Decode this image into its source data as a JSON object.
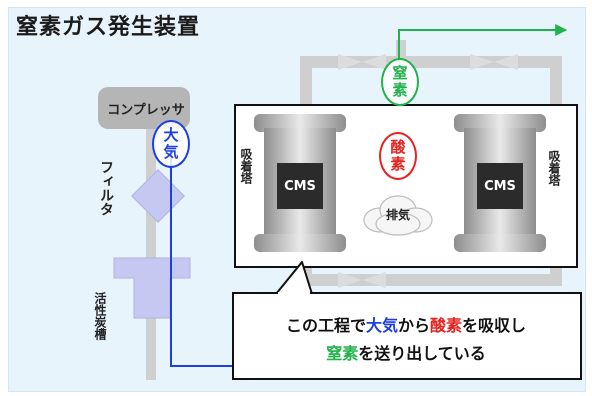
{
  "title": "窒素ガス発生装置",
  "labels": {
    "compressor": "コンプレッサ",
    "filter": "フィルタ",
    "carbon_tank": "活性炭槽",
    "tower_left": "吸着塔",
    "tower_right": "吸着塔",
    "cms_left": "CMS",
    "cms_right": "CMS",
    "exhaust": "排気"
  },
  "circles": {
    "air": [
      "大",
      "気"
    ],
    "nitrogen": [
      "窒",
      "素"
    ],
    "oxygen": [
      "酸",
      "素"
    ]
  },
  "callout": {
    "l1_a": "この工程で",
    "l1_b": "大気",
    "l1_c": "から",
    "l1_d": "酸素",
    "l1_e": "を吸収し",
    "l2_a": "窒素",
    "l2_b": "を送り出している"
  },
  "colors": {
    "air": "#1f3ee0",
    "oxygen": "#e8231f",
    "nitrogen": "#22b24c",
    "panel": "#e8f4fc"
  }
}
